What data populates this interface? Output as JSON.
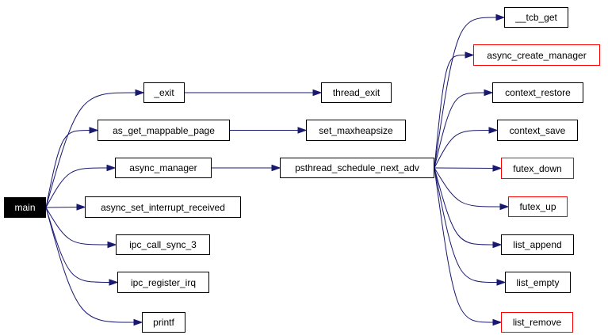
{
  "diagram": {
    "type": "call-graph",
    "colors": {
      "edge": "#191970",
      "node_border": "#000000",
      "node_border_undocumented": "#ff0000",
      "root_fill": "#000000",
      "root_text": "#ffffff"
    },
    "nodes": {
      "main": "main",
      "exit": "_exit",
      "as_get_mappable_page": "as_get_mappable_page",
      "async_manager": "async_manager",
      "async_set_interrupt_received": "async_set_interrupt_received",
      "ipc_call_sync_3": "ipc_call_sync_3",
      "ipc_register_irq": "ipc_register_irq",
      "printf": "printf",
      "thread_exit": "thread_exit",
      "set_maxheapsize": "set_maxheapsize",
      "psthread_schedule_next_adv": "psthread_schedule_next_adv",
      "tcb_get": "__tcb_get",
      "async_create_manager": "async_create_manager",
      "context_restore": "context_restore",
      "context_save": "context_save",
      "futex_down": "futex_down",
      "futex_up": "futex_up",
      "list_append": "list_append",
      "list_empty": "list_empty",
      "list_remove": "list_remove"
    },
    "edges": [
      [
        "main",
        "exit"
      ],
      [
        "main",
        "as_get_mappable_page"
      ],
      [
        "main",
        "async_manager"
      ],
      [
        "main",
        "async_set_interrupt_received"
      ],
      [
        "main",
        "ipc_call_sync_3"
      ],
      [
        "main",
        "ipc_register_irq"
      ],
      [
        "main",
        "printf"
      ],
      [
        "exit",
        "thread_exit"
      ],
      [
        "as_get_mappable_page",
        "set_maxheapsize"
      ],
      [
        "async_manager",
        "psthread_schedule_next_adv"
      ],
      [
        "psthread_schedule_next_adv",
        "tcb_get"
      ],
      [
        "psthread_schedule_next_adv",
        "async_create_manager"
      ],
      [
        "psthread_schedule_next_adv",
        "context_restore"
      ],
      [
        "psthread_schedule_next_adv",
        "context_save"
      ],
      [
        "psthread_schedule_next_adv",
        "futex_down"
      ],
      [
        "psthread_schedule_next_adv",
        "futex_up"
      ],
      [
        "psthread_schedule_next_adv",
        "list_append"
      ],
      [
        "psthread_schedule_next_adv",
        "list_empty"
      ],
      [
        "psthread_schedule_next_adv",
        "list_remove"
      ]
    ]
  }
}
